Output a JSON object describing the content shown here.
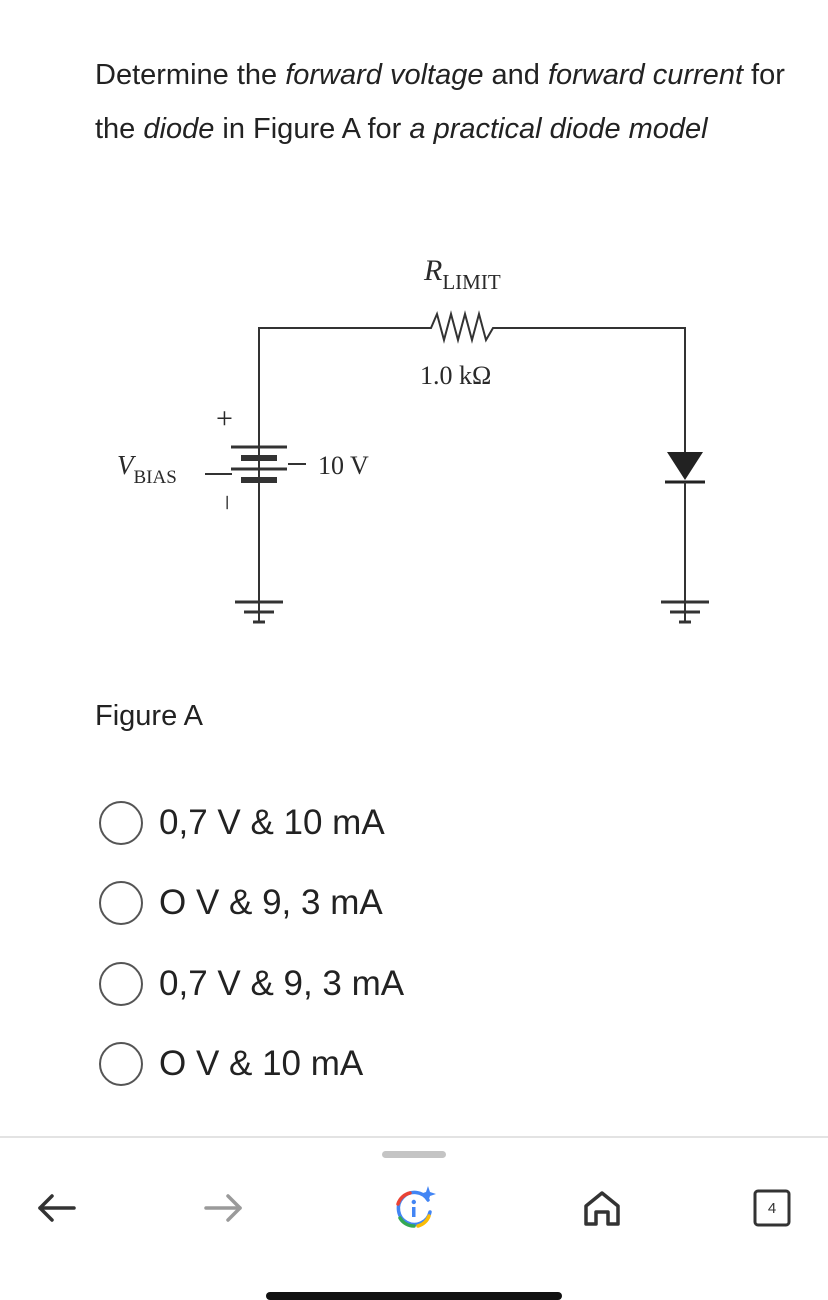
{
  "question": {
    "parts": [
      {
        "text": "Determine the ",
        "italic": false
      },
      {
        "text": "forward voltage",
        "italic": true
      },
      {
        "text": " and ",
        "italic": false
      },
      {
        "text": "forward current",
        "italic": true
      },
      {
        "text": " for the ",
        "italic": false
      },
      {
        "text": "diode",
        "italic": true
      },
      {
        "text": " in Figure A for ",
        "italic": false
      },
      {
        "text": "a practical diode model",
        "italic": true
      }
    ]
  },
  "circuit": {
    "resistor_label_main": "R",
    "resistor_label_sub": "LIMIT",
    "resistor_value": "1.0 kΩ",
    "source_label_main": "V",
    "source_label_sub": "BIAS",
    "source_value": "10 V",
    "plus_sign": "+",
    "minus_sign": "–"
  },
  "figure_caption": "Figure A",
  "options": [
    {
      "label": "0,7 V & 10 mA",
      "selected": false
    },
    {
      "label": "O V & 9, 3 mA",
      "selected": false
    },
    {
      "label": "0,7 V & 9, 3 mA",
      "selected": false
    },
    {
      "label": "O V & 10 mA",
      "selected": false
    }
  ],
  "browser_bar": {
    "back_icon": "arrow-left-icon",
    "forward_icon": "arrow-right-icon",
    "lens_icon": "google-lens-icon",
    "home_icon": "home-icon",
    "tab_count": "4",
    "colors": {
      "google_blue": "#4285F4",
      "google_red": "#EA4335",
      "google_yellow": "#FBBC05",
      "google_green": "#34A853"
    }
  }
}
